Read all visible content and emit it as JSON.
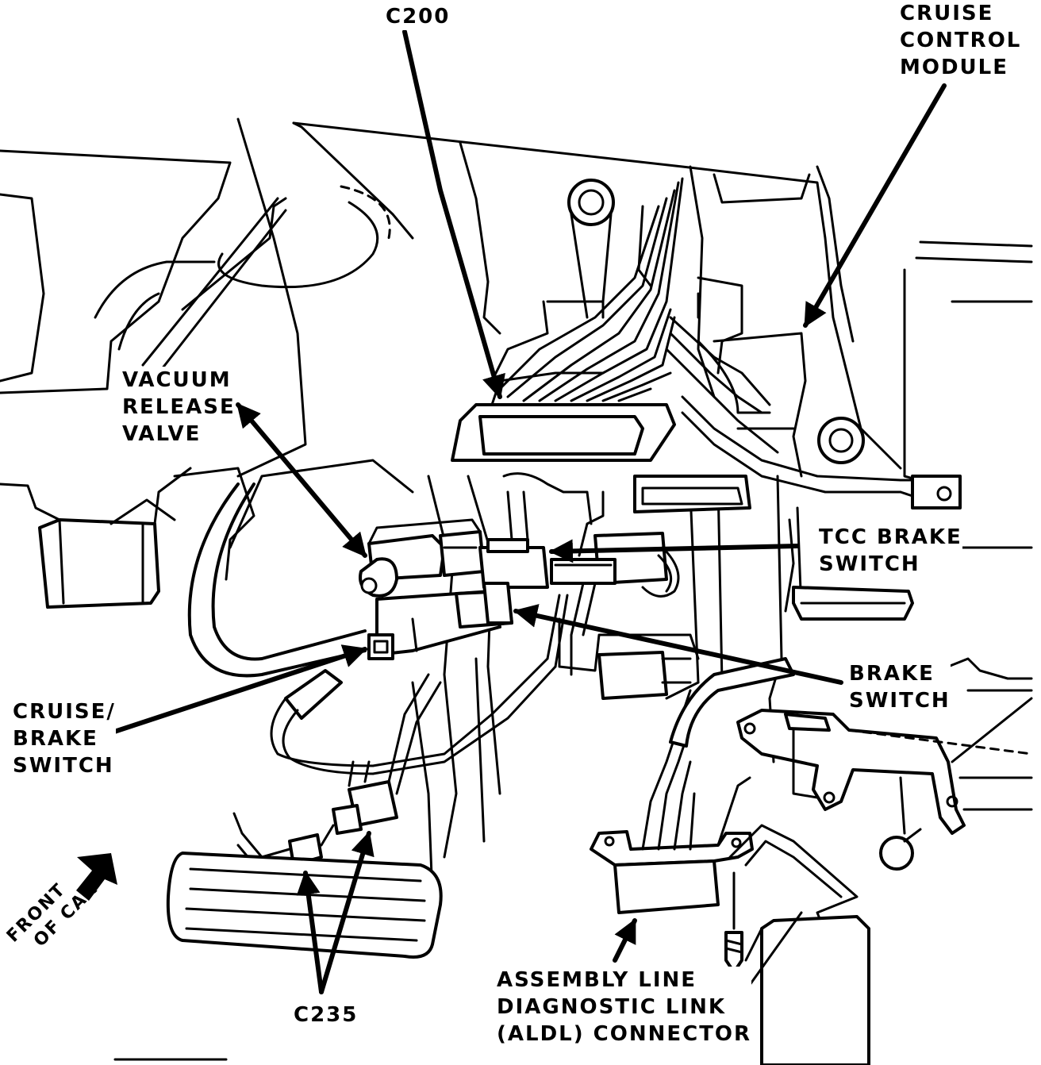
{
  "labels": {
    "c200": {
      "lines": [
        "C200"
      ]
    },
    "cruise_control_module": {
      "lines": [
        "CRUISE",
        "CONTROL",
        "MODULE"
      ]
    },
    "vacuum_release_valve": {
      "lines": [
        "VACUUM",
        "RELEASE",
        "VALVE"
      ]
    },
    "tcc_brake_switch": {
      "lines": [
        "TCC BRAKE",
        "SWITCH"
      ]
    },
    "brake_switch": {
      "lines": [
        "BRAKE",
        "SWITCH"
      ]
    },
    "cruise_brake_switch": {
      "lines": [
        "CRUISE/",
        "BRAKE",
        "SWITCH"
      ]
    },
    "front_of_car": {
      "lines": [
        "FRONT",
        "OF CAR"
      ]
    },
    "c235": {
      "lines": [
        "C235"
      ]
    },
    "aldl_connector": {
      "lines": [
        "ASSEMBLY LINE",
        "DIAGNOSTIC LINK",
        "(ALDL) CONNECTOR"
      ]
    }
  },
  "colors": {
    "ink": "#000000",
    "paper": "#ffffff"
  },
  "icons": {
    "front_arrow": "arrow-icon",
    "leader": "leader-arrow-icon"
  }
}
